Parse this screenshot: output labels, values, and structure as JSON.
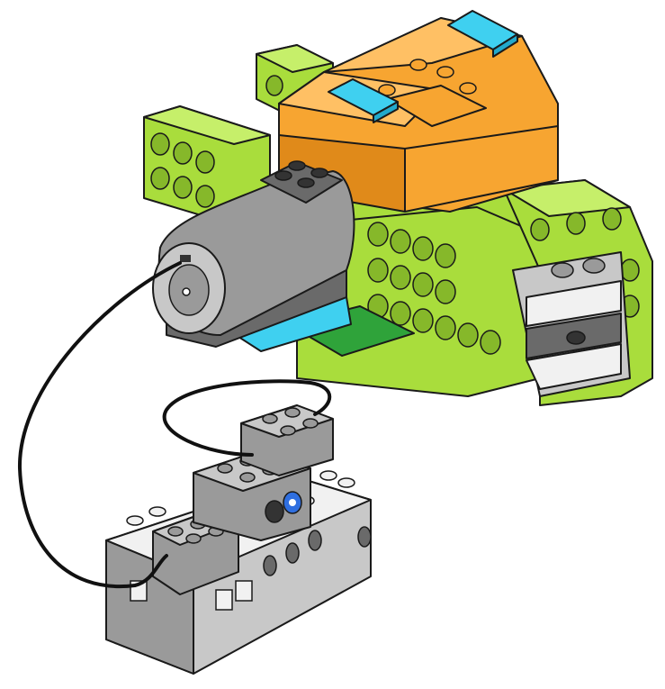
{
  "colors": {
    "background": "#ffffff",
    "outline": "#1a1a1a",
    "lime": "#a9dd3c",
    "lime_dark": "#86b82a",
    "lime_light": "#c6ef6a",
    "orange": "#f7a531",
    "orange_dark": "#e08a1a",
    "orange_light": "#ffc064",
    "cyan": "#3fd0f0",
    "cyan_dark": "#22a9cc",
    "green": "#2fa33a",
    "grey": "#9a9a9a",
    "grey_light": "#c8c8c8",
    "grey_dark": "#6a6a6a",
    "white_brick": "#f1f1f1",
    "black_brick": "#333333",
    "blue_lens": "#2f6fe0",
    "cable": "#111111"
  },
  "parts": {
    "model": "crocodile-style-model",
    "motor": "medium-motor",
    "hub": "smart-hub",
    "sensor": "motion-sensor",
    "cable": "connection-cable"
  }
}
